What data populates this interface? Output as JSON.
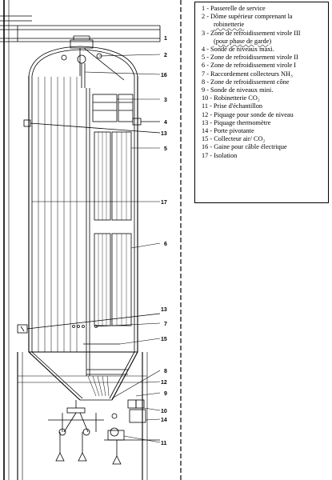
{
  "legend": {
    "items": [
      {
        "text": "1 - Passerelle de service"
      },
      {
        "text": "2 - Dôme supérieur comprenant la",
        "sub": "robinetterie",
        "sub_wavy": true
      },
      {
        "text": "3 - Zone de refroidissement virole III",
        "sub": "(pour phase de garde)",
        "sub_wavy": true
      },
      {
        "text": "4 - Sonde de niveaux maxi."
      },
      {
        "text": "5 - Zone de refroidissement virole II"
      },
      {
        "text": "6 - Zone de refroidissement virole I"
      },
      {
        "text": "7 - Raccordement collecteurs NH₃"
      },
      {
        "text": "8 - Zone de refroidissement cône"
      },
      {
        "text": "9 - Sonde de niveaux mini."
      },
      {
        "text": "10 - Robinetterie CO₂"
      },
      {
        "text": "11 - Prise d'échantillon"
      },
      {
        "text": "12 - Piquage pour sonde de niveau"
      },
      {
        "text": "13 - Piquage thermomètre"
      },
      {
        "text": "14 - Porte pivotante"
      },
      {
        "text": "15 - Collecteur air/ CO₂"
      },
      {
        "text": "16 - Gaine pour câble électrique"
      },
      {
        "text": "17 - Isolation"
      }
    ]
  },
  "callouts": [
    "1",
    "2",
    "16",
    "3",
    "4",
    "13",
    "5",
    "17",
    "6",
    "13",
    "7",
    "15",
    "8",
    "12",
    "9",
    "10",
    "14",
    "11"
  ],
  "colors": {
    "line": "#000000",
    "background": "#ffffff"
  }
}
